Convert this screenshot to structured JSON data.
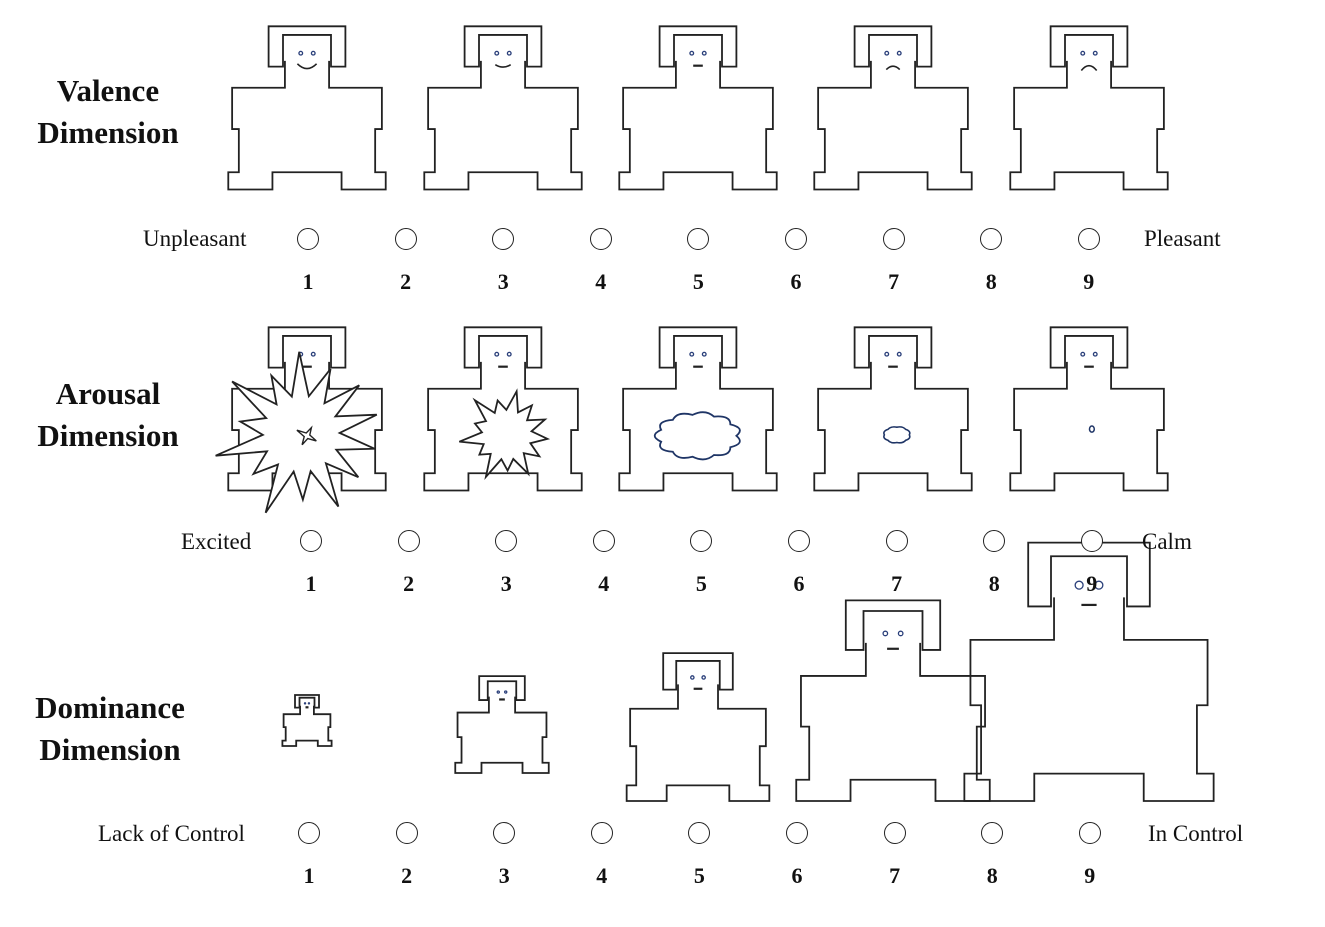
{
  "dimensions": [
    {
      "id": "valence",
      "title_line1": "Valence",
      "title_line2": "Dimension",
      "left_anchor": "Unpleasant",
      "right_anchor": "Pleasant",
      "scale": [
        "1",
        "2",
        "3",
        "4",
        "5",
        "6",
        "7",
        "8",
        "9"
      ],
      "mouths": [
        "smile",
        "slight-smile",
        "neutral",
        "frown",
        "deep-frown"
      ]
    },
    {
      "id": "arousal",
      "title_line1": "Arousal",
      "title_line2": "Dimension",
      "left_anchor": "Excited",
      "right_anchor": "Calm",
      "scale": [
        "1",
        "2",
        "3",
        "4",
        "5",
        "6",
        "7",
        "8",
        "9"
      ],
      "symbols": [
        "large-explosion",
        "medium-explosion",
        "large-cloud",
        "small-cloud",
        "dot"
      ]
    },
    {
      "id": "dominance",
      "title_line1": "Dominance",
      "title_line2": "Dimension",
      "left_anchor": "Lack of Control",
      "right_anchor": "In Control",
      "scale": [
        "1",
        "2",
        "3",
        "4",
        "5",
        "6",
        "7",
        "8",
        "9"
      ],
      "figure_sizes": [
        0.3,
        0.57,
        0.87,
        1.18,
        1.52
      ]
    }
  ],
  "colors": {
    "line": "#222222",
    "eyes": "#2a3f7a",
    "cloud": "#1f3566"
  }
}
